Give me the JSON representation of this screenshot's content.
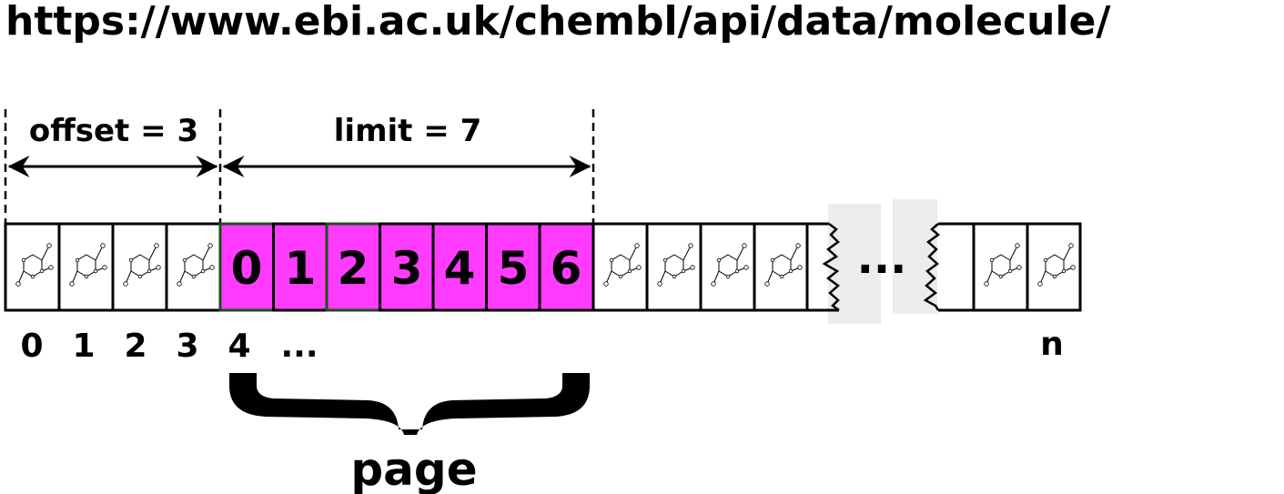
{
  "url": "https://www.ebi.ac.uk/chembl/api/data/molecule/",
  "offset_label": "offset = 3",
  "limit_label": "limit = 7",
  "ellipsis": "...",
  "page_label": "page",
  "page_indices": [
    "0",
    "1",
    "2",
    "3",
    "4",
    "5",
    "6"
  ],
  "record_indices": [
    "0",
    "1",
    "2",
    "3",
    "4",
    "..."
  ],
  "last_index": "n",
  "colors": {
    "page_fill": "#ff3bff",
    "cell_fill": "#ffffff",
    "gap_fill": "#ececec",
    "stroke": "#000000"
  },
  "icons": {
    "molecule": "molecule-icon",
    "arrow": "double-headed-arrow",
    "brace": "curly-brace",
    "break": "zigzag-break"
  }
}
